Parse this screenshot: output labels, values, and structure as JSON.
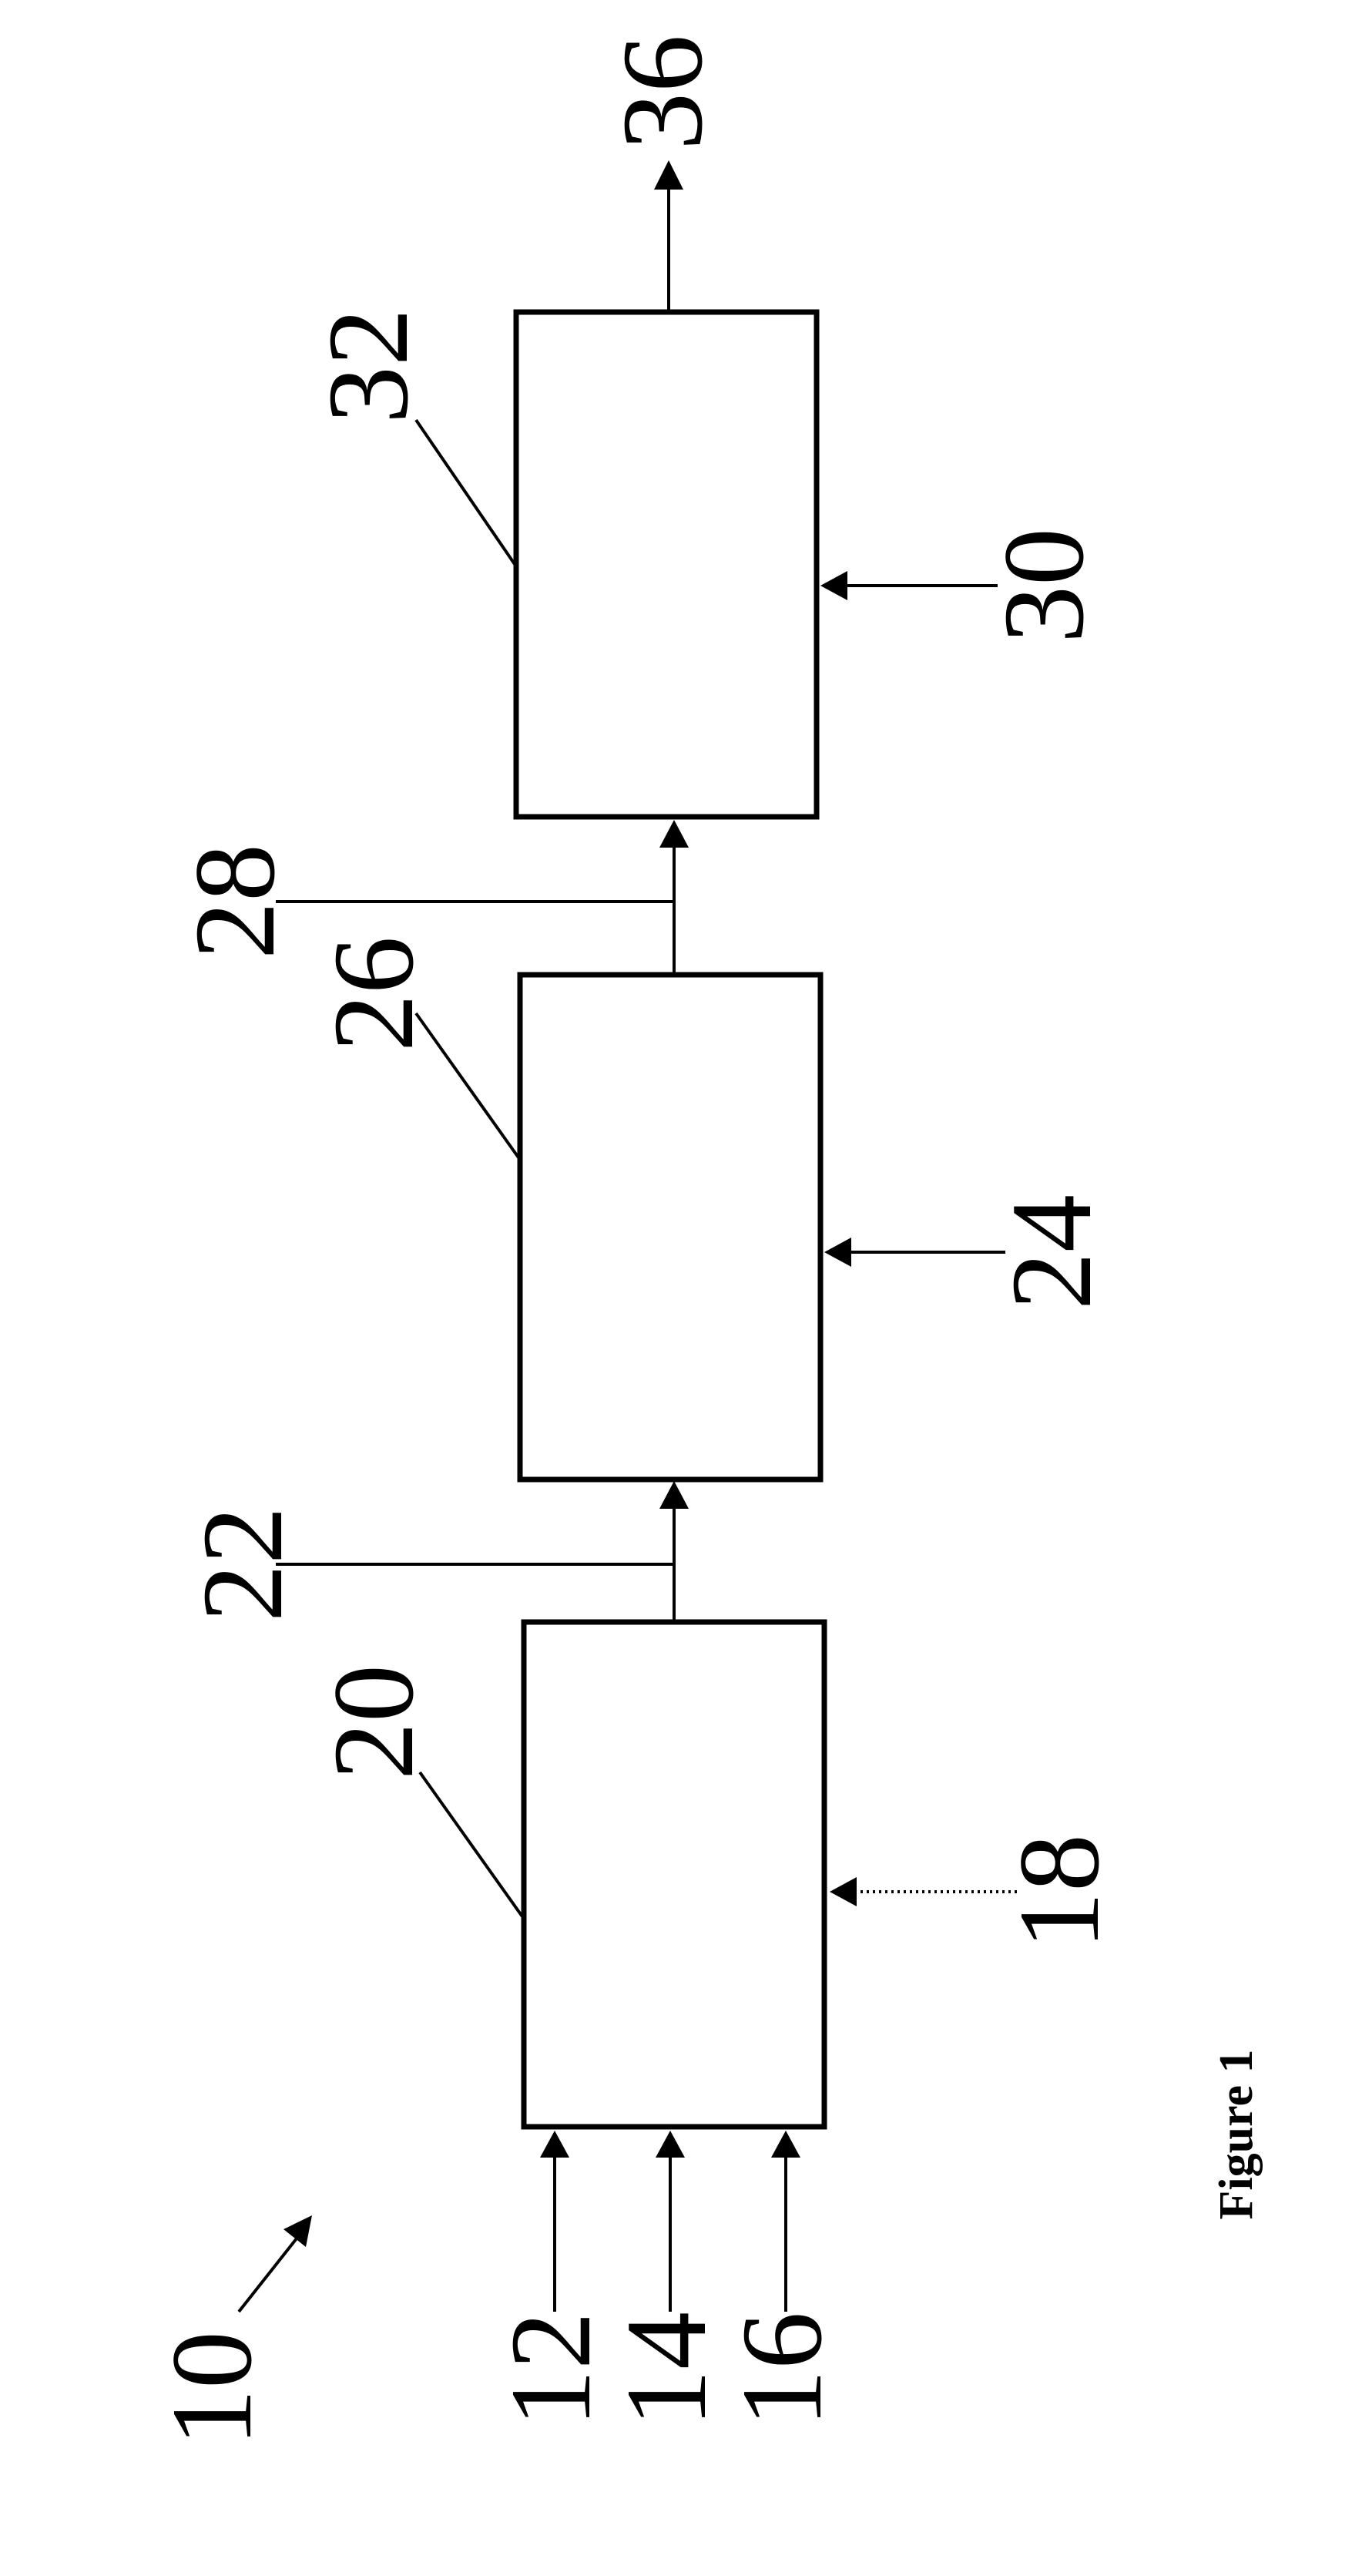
{
  "refs": {
    "system": "10",
    "input_a": "12",
    "input_b": "14",
    "input_c": "16",
    "input_d": "18",
    "block_1": "20",
    "link_1": "22",
    "input_e": "24",
    "block_2": "26",
    "link_2": "28",
    "input_f": "30",
    "block_3": "32",
    "output": "36"
  },
  "caption": "Figure 1"
}
